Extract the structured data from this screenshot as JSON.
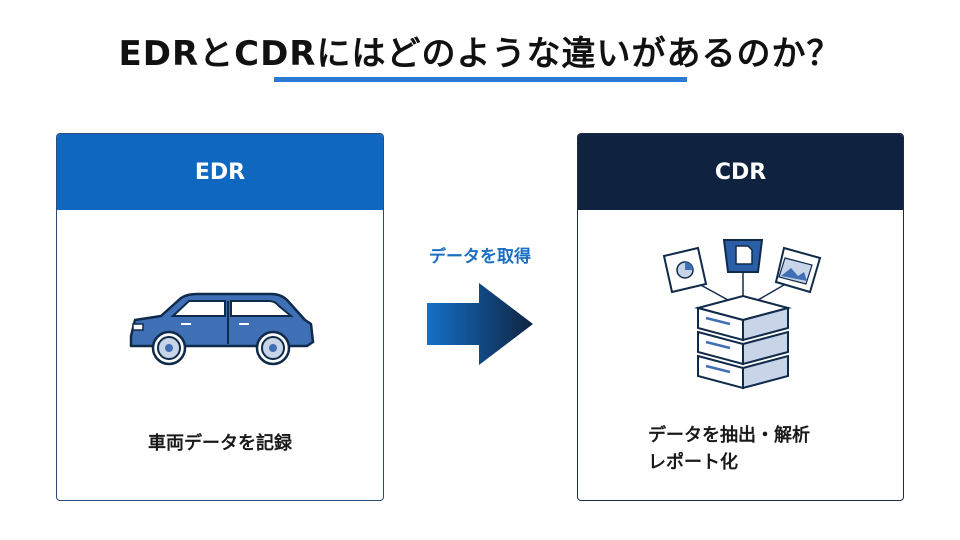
{
  "title": "EDRとCDRにはどのような違いがあるのか？",
  "edr": {
    "header": "EDR",
    "caption": "車両データを記録"
  },
  "arrow": {
    "label": "データを取得"
  },
  "cdr": {
    "header": "CDR",
    "caption_line1": "データを抽出・解析",
    "caption_line2": "レポート化"
  },
  "icons": [
    "car-icon",
    "arrow-right-icon",
    "server-stack-icon",
    "pie-chart-document-icon",
    "file-document-icon",
    "image-document-icon"
  ],
  "colors": {
    "accent_blue": "#0f67c0",
    "dark_navy": "#0f2340",
    "underline": "#2a7ad3",
    "arrow_label": "#1a6fc4"
  }
}
